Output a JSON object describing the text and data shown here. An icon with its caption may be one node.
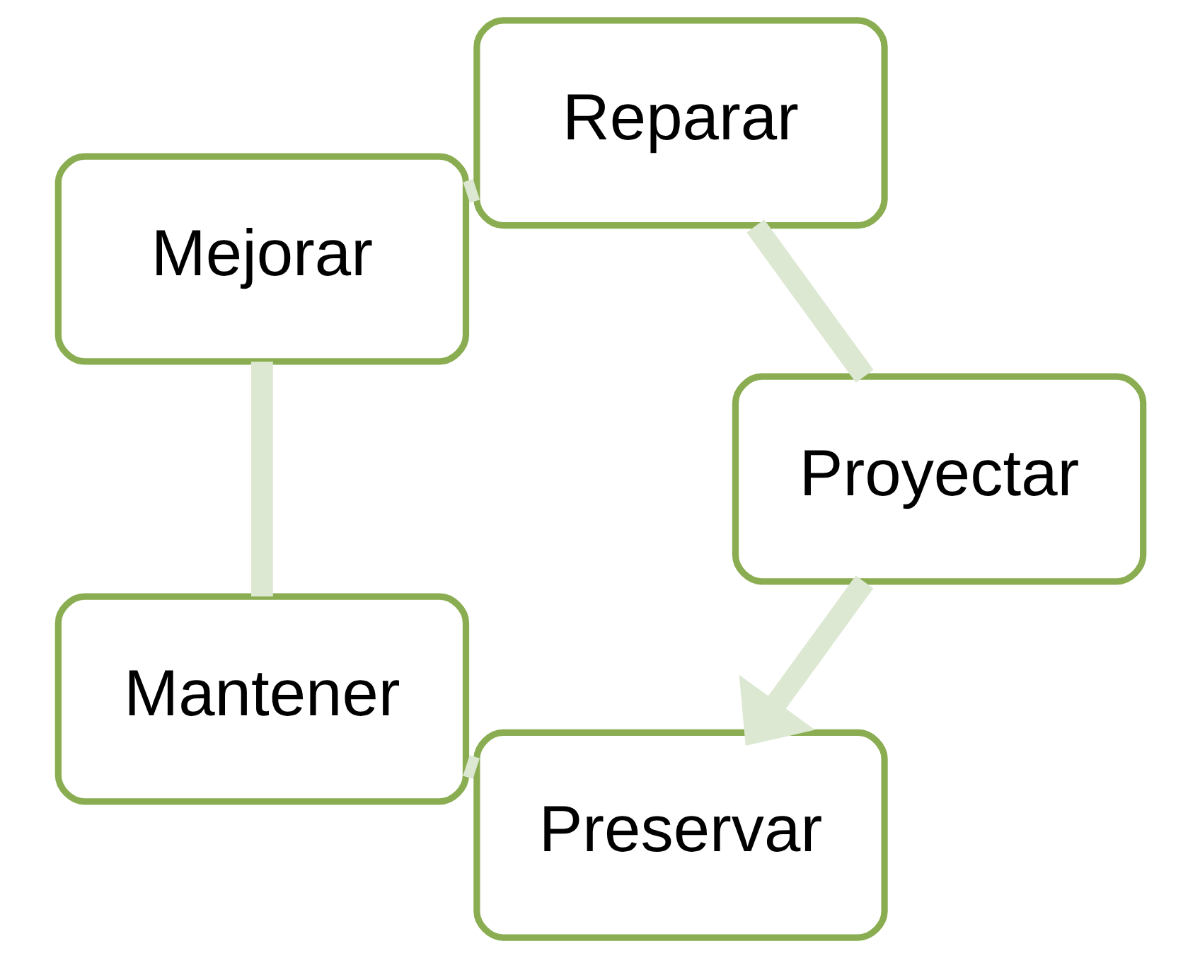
{
  "diagram": {
    "nodes": [
      {
        "text": [
          "Preservar"
        ]
      },
      {
        "text": [
          "Mantener"
        ]
      },
      {
        "text": [
          "Mejorar"
        ]
      },
      {
        "text": [
          "Reparar"
        ]
      },
      {
        "text": [
          "Proyectar"
        ]
      }
    ],
    "edges": [
      {
        "from": 0,
        "to": 1,
        "arrow": "none"
      },
      {
        "from": 1,
        "to": 2,
        "arrow": "none"
      },
      {
        "from": 2,
        "to": 3,
        "arrow": "none"
      },
      {
        "from": 3,
        "to": 4,
        "arrow": "none"
      },
      {
        "from": 4,
        "to": 0,
        "arrow": "to"
      }
    ]
  }
}
